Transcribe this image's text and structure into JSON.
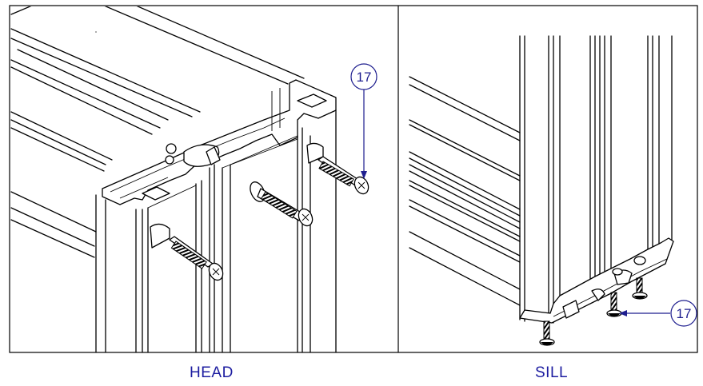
{
  "panels": {
    "head": {
      "caption": "HEAD",
      "callout": "17"
    },
    "sill": {
      "caption": "SILL",
      "callout": "17"
    }
  },
  "colors": {
    "callout": "#1f1f8f",
    "caption": "#1c1ca0",
    "linework": "#000000"
  }
}
